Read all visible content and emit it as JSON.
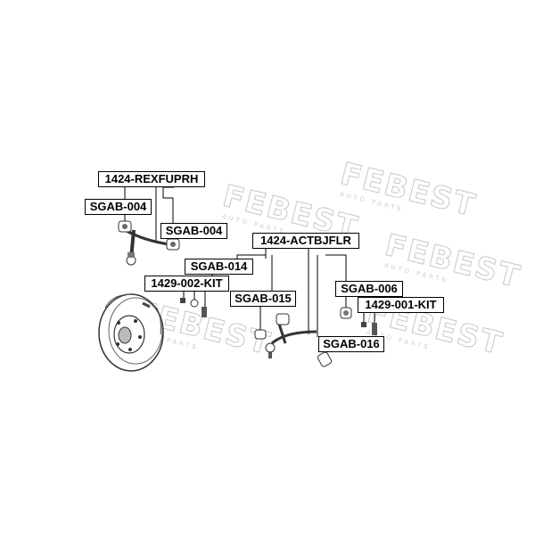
{
  "watermark": {
    "brand": "FEBEST",
    "tagline": "AUTO PARTS"
  },
  "labels": {
    "assy_upper_rear": "1424-REXFUPRH",
    "bush_left": "SGAB-004",
    "bush_right": "SGAB-004",
    "assy_front_lower": "1424-ACTBJFLR",
    "bush_014": "SGAB-014",
    "kit_002": "1429-002-KIT",
    "bush_015": "SGAB-015",
    "bush_006": "SGAB-006",
    "kit_001": "1429-001-KIT",
    "bush_016": "SGAB-016"
  }
}
